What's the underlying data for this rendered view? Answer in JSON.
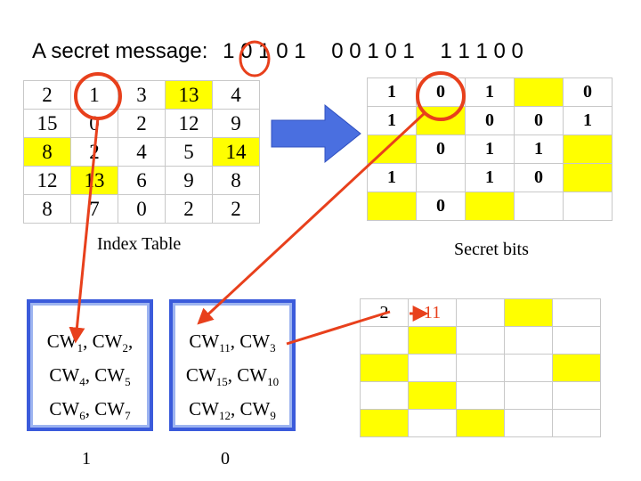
{
  "title": {
    "prefix": "A secret message:",
    "groups": [
      [
        "1",
        "0",
        "1",
        "0",
        "1"
      ],
      [
        "0",
        "0",
        "1",
        "0",
        "1"
      ],
      [
        "1",
        "1",
        "1",
        "0",
        "0"
      ]
    ]
  },
  "index_table": {
    "rows": [
      [
        "2",
        "1",
        "3",
        "13",
        "4"
      ],
      [
        "15",
        "0",
        "2",
        "12",
        "9"
      ],
      [
        "8",
        "2",
        "4",
        "5",
        "14"
      ],
      [
        "12",
        "13",
        "6",
        "9",
        "8"
      ],
      [
        "8",
        "7",
        "0",
        "2",
        "2"
      ]
    ],
    "highlight": [
      [
        0,
        3
      ],
      [
        2,
        0
      ],
      [
        2,
        4
      ],
      [
        3,
        1
      ]
    ],
    "label": "Index Table"
  },
  "secret_bits": {
    "rows": [
      [
        "1",
        "0",
        "1",
        "",
        "0"
      ],
      [
        "1",
        "",
        "0",
        "0",
        "1"
      ],
      [
        "",
        "0",
        "1",
        "1",
        ""
      ],
      [
        "1",
        "",
        "1",
        "0",
        ""
      ],
      [
        "",
        "0",
        "",
        "",
        ""
      ]
    ],
    "highlight": [
      [
        0,
        3
      ],
      [
        1,
        1
      ],
      [
        2,
        0
      ],
      [
        2,
        4
      ],
      [
        3,
        4
      ],
      [
        4,
        0
      ],
      [
        4,
        2
      ]
    ],
    "label": "Secret bits"
  },
  "third_table": {
    "rows": [
      [
        "2",
        "11",
        "",
        "",
        ""
      ],
      [
        "",
        "",
        "",
        "",
        ""
      ],
      [
        "",
        "",
        "",
        "",
        ""
      ],
      [
        "",
        "",
        "",
        "",
        ""
      ],
      [
        "",
        "",
        "",
        "",
        ""
      ]
    ],
    "highlight": [
      [
        0,
        3
      ],
      [
        1,
        1
      ],
      [
        2,
        0
      ],
      [
        2,
        4
      ],
      [
        3,
        1
      ],
      [
        4,
        0
      ],
      [
        4,
        2
      ]
    ]
  },
  "cw_left": {
    "line1": {
      "a": "CW",
      "a_sub": "1",
      "sep": ", ",
      "b": "CW",
      "b_sub": "2",
      "end": ","
    },
    "line2": {
      "a": "CW",
      "a_sub": "4",
      "sep": ", ",
      "b": "CW",
      "b_sub": "5",
      "end": ""
    },
    "line3": {
      "a": "CW",
      "a_sub": "6",
      "sep": ", ",
      "b": "CW",
      "b_sub": "7",
      "end": ""
    },
    "bit": "1"
  },
  "cw_right": {
    "line1": {
      "a": "CW",
      "a_sub": "11",
      "sep": ", ",
      "b": "CW",
      "b_sub": "3",
      "end": ""
    },
    "line2": {
      "a": "CW",
      "a_sub": "15",
      "sep": ", ",
      "b": "CW",
      "b_sub": "10",
      "end": ""
    },
    "line3": {
      "a": "CW",
      "a_sub": "12",
      "sep": ", ",
      "b": "CW",
      "b_sub": "9",
      "end": ""
    },
    "bit": "0"
  },
  "colors": {
    "yellow": "#ffff00",
    "red": "#e8401c",
    "blue": "#3b5bdb"
  }
}
